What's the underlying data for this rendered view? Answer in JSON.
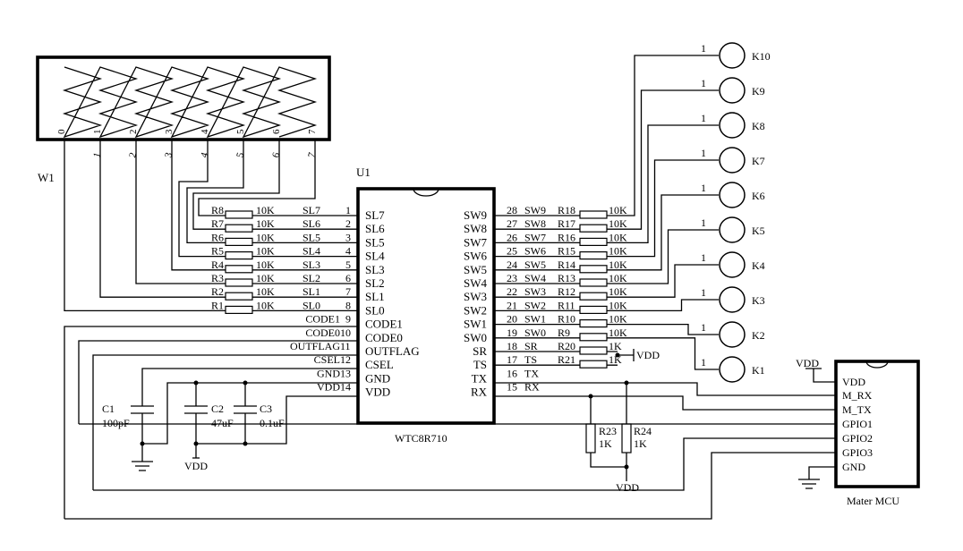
{
  "pot": {
    "label": "W1",
    "pins": [
      "0",
      "1",
      "2",
      "3",
      "4",
      "5",
      "6",
      "7"
    ]
  },
  "chip": {
    "ref": "U1",
    "name": "WTC8R710",
    "left": [
      {
        "num": "1",
        "pin": "SL7",
        "net": "SL7",
        "res": "R8",
        "val": "10K"
      },
      {
        "num": "2",
        "pin": "SL6",
        "net": "SL6",
        "res": "R7",
        "val": "10K"
      },
      {
        "num": "3",
        "pin": "SL5",
        "net": "SL5",
        "res": "R6",
        "val": "10K"
      },
      {
        "num": "4",
        "pin": "SL4",
        "net": "SL4",
        "res": "R5",
        "val": "10K"
      },
      {
        "num": "5",
        "pin": "SL3",
        "net": "SL3",
        "res": "R4",
        "val": "10K"
      },
      {
        "num": "6",
        "pin": "SL2",
        "net": "SL2",
        "res": "R3",
        "val": "10K"
      },
      {
        "num": "7",
        "pin": "SL1",
        "net": "SL1",
        "res": "R2",
        "val": "10K"
      },
      {
        "num": "8",
        "pin": "SL0",
        "net": "SL0",
        "res": "R1",
        "val": "10K"
      },
      {
        "num": "9",
        "pin": "CODE1",
        "net": "CODE1"
      },
      {
        "num": "10",
        "pin": "CODE0",
        "net": "CODE0"
      },
      {
        "num": "11",
        "pin": "OUTFLAG",
        "net": "OUTFLAG"
      },
      {
        "num": "12",
        "pin": "CSEL",
        "net": "CSEL"
      },
      {
        "num": "13",
        "pin": "GND",
        "net": "GND"
      },
      {
        "num": "14",
        "pin": "VDD",
        "net": "VDD"
      }
    ],
    "right": [
      {
        "num": "28",
        "pin": "SW9",
        "net": "SW9",
        "res": "R18",
        "val": "10K",
        "key": "K10"
      },
      {
        "num": "27",
        "pin": "SW8",
        "net": "SW8",
        "res": "R17",
        "val": "10K",
        "key": "K9"
      },
      {
        "num": "26",
        "pin": "SW7",
        "net": "SW7",
        "res": "R16",
        "val": "10K",
        "key": "K8"
      },
      {
        "num": "25",
        "pin": "SW6",
        "net": "SW6",
        "res": "R15",
        "val": "10K",
        "key": "K7"
      },
      {
        "num": "24",
        "pin": "SW5",
        "net": "SW5",
        "res": "R14",
        "val": "10K",
        "key": "K6"
      },
      {
        "num": "23",
        "pin": "SW4",
        "net": "SW4",
        "res": "R13",
        "val": "10K",
        "key": "K5"
      },
      {
        "num": "22",
        "pin": "SW3",
        "net": "SW3",
        "res": "R12",
        "val": "10K",
        "key": "K4"
      },
      {
        "num": "21",
        "pin": "SW2",
        "net": "SW2",
        "res": "R11",
        "val": "10K",
        "key": "K3"
      },
      {
        "num": "20",
        "pin": "SW1",
        "net": "SW1",
        "res": "R10",
        "val": "10K",
        "key": "K2"
      },
      {
        "num": "19",
        "pin": "SW0",
        "net": "SW0",
        "res": "R9",
        "val": "10K",
        "key": "K1"
      },
      {
        "num": "18",
        "pin": "SR",
        "net": "SR",
        "res": "R20",
        "val": "1K"
      },
      {
        "num": "17",
        "pin": "TS",
        "net": "TS",
        "res": "R21",
        "val": "1K"
      },
      {
        "num": "16",
        "pin": "TX",
        "net": "TX"
      },
      {
        "num": "15",
        "pin": "RX",
        "net": "RX"
      }
    ]
  },
  "key_pin": "1",
  "caps": [
    {
      "ref": "C1",
      "val": "100pF"
    },
    {
      "ref": "C2",
      "val": "47uF"
    },
    {
      "ref": "C3",
      "val": "0.1uF"
    }
  ],
  "pullups": [
    {
      "ref": "R23",
      "val": "1K"
    },
    {
      "ref": "R24",
      "val": "1K"
    }
  ],
  "mcu": {
    "name": "Mater MCU",
    "pins": [
      "VDD",
      "M_RX",
      "M_TX",
      "GPIO1",
      "GPIO2",
      "GPIO3",
      "GND"
    ]
  },
  "power": {
    "vdd": "VDD"
  }
}
